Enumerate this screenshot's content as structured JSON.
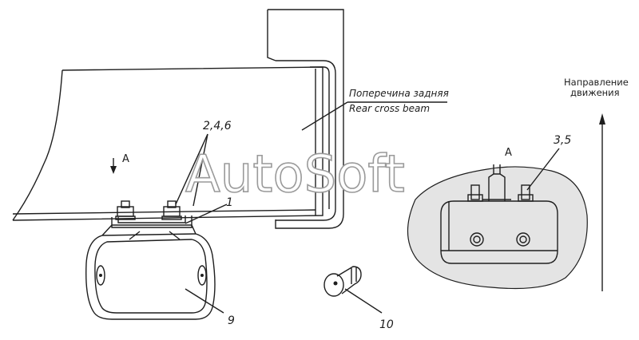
{
  "diagram": {
    "labels": {
      "rear_beam_ru": "Поперечина задняя",
      "rear_beam_en": "Rear cross beam",
      "direction_line1": "Направление",
      "direction_line2": "движения",
      "view_a_left": "A",
      "view_a_right": "A",
      "callout_246": "2,4,6",
      "callout_1": "1",
      "callout_35": "3,5",
      "callout_9": "9",
      "callout_10": "10"
    },
    "watermark": "AutoSoft",
    "colors": {
      "ink": "#1e1e1e",
      "detail_fill": "#e4e4e4",
      "paper": "#ffffff",
      "watermark_stroke": "#9a9a9a"
    }
  }
}
